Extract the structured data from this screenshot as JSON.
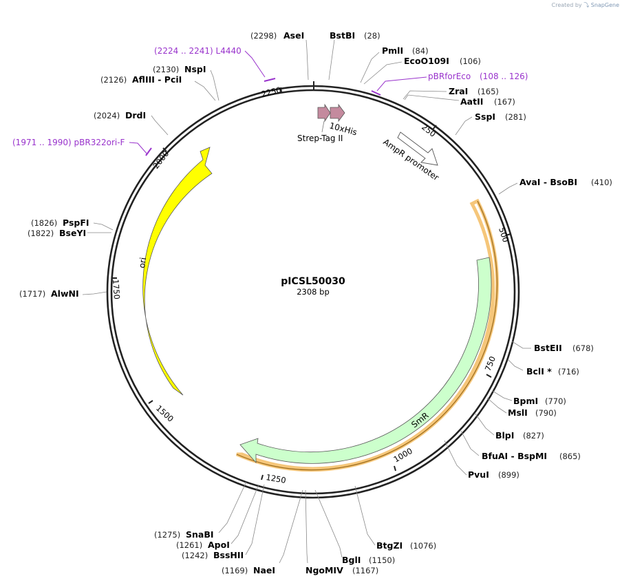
{
  "credit": {
    "prefix": "Created by",
    "brand": "SnapGene"
  },
  "plasmid": {
    "name": "pICSL50030",
    "size": "2308 bp"
  },
  "ticks": [
    "2250",
    "250",
    "500",
    "750",
    "1000",
    "1250",
    "1500",
    "1750",
    "2000"
  ],
  "sites": [
    {
      "id": "asei",
      "pos": "(2298)",
      "name": "AseI"
    },
    {
      "id": "bstbi",
      "pos": "(28)",
      "name": "BstBI"
    },
    {
      "id": "pmli",
      "pos": "(84)",
      "name": "PmlI"
    },
    {
      "id": "eco0109i",
      "pos": "(106)",
      "name": "EcoO109I"
    },
    {
      "id": "zrai",
      "pos": "(165)",
      "name": "ZraI"
    },
    {
      "id": "aatii",
      "pos": "(167)",
      "name": "AatII"
    },
    {
      "id": "sspi",
      "pos": "(281)",
      "name": "SspI"
    },
    {
      "id": "avai",
      "pos": "(410)",
      "name": "AvaI  -  BsoBI"
    },
    {
      "id": "bsteii",
      "pos": "(678)",
      "name": "BstEII"
    },
    {
      "id": "bcli",
      "pos": "(716)",
      "name": "BclI *"
    },
    {
      "id": "bpmi",
      "pos": "(770)",
      "name": "BpmI"
    },
    {
      "id": "msli",
      "pos": "(790)",
      "name": "MslI"
    },
    {
      "id": "blpi",
      "pos": "(827)",
      "name": "BlpI"
    },
    {
      "id": "bfuai",
      "pos": "(865)",
      "name": "BfuAI  -  BspMI"
    },
    {
      "id": "pvui",
      "pos": "(899)",
      "name": "PvuI"
    },
    {
      "id": "btgzi",
      "pos": "(1076)",
      "name": "BtgZI"
    },
    {
      "id": "bgli",
      "pos": "(1150)",
      "name": "BglI"
    },
    {
      "id": "ngomiv",
      "pos": "(1167)",
      "name": "NgoMIV"
    },
    {
      "id": "naei",
      "pos": "(1169)",
      "name": "NaeI"
    },
    {
      "id": "bsshii",
      "pos": "(1242)",
      "name": "BssHII"
    },
    {
      "id": "apoi",
      "pos": "(1261)",
      "name": "ApoI"
    },
    {
      "id": "snabi",
      "pos": "(1275)",
      "name": "SnaBI"
    },
    {
      "id": "alwni",
      "pos": "(1717)",
      "name": "AlwNI"
    },
    {
      "id": "bseyi",
      "pos": "(1822)",
      "name": "BseYI"
    },
    {
      "id": "pspfi",
      "pos": "(1826)",
      "name": "PspFI"
    },
    {
      "id": "drdi",
      "pos": "(2024)",
      "name": "DrdI"
    },
    {
      "id": "afliii",
      "pos": "(2126)",
      "name": "AflIII  -  PciI"
    },
    {
      "id": "nspi",
      "pos": "(2130)",
      "name": "NspI"
    }
  ],
  "primers": [
    {
      "id": "l4440",
      "text": "(2224 .. 2241)  L4440"
    },
    {
      "id": "pbrforeco",
      "text": "pBRforEco"
    },
    {
      "id": "pbrforeco-pos",
      "text": "(108 .. 126)"
    },
    {
      "id": "pbr322ori",
      "text": "(1971 .. 1990)  pBR322ori-F"
    }
  ],
  "features": {
    "strep": "Strep-Tag II",
    "his": "10xHis",
    "ampr_promoter": "AmpR promoter",
    "smr": "SmR",
    "ori": "ori"
  },
  "colors": {
    "backbone": "#222222",
    "ori": "#ffff00",
    "smr": "#ccffcc",
    "orf": "#f5c67a",
    "tag": "#c48a9e",
    "primer": "#9933cc"
  }
}
